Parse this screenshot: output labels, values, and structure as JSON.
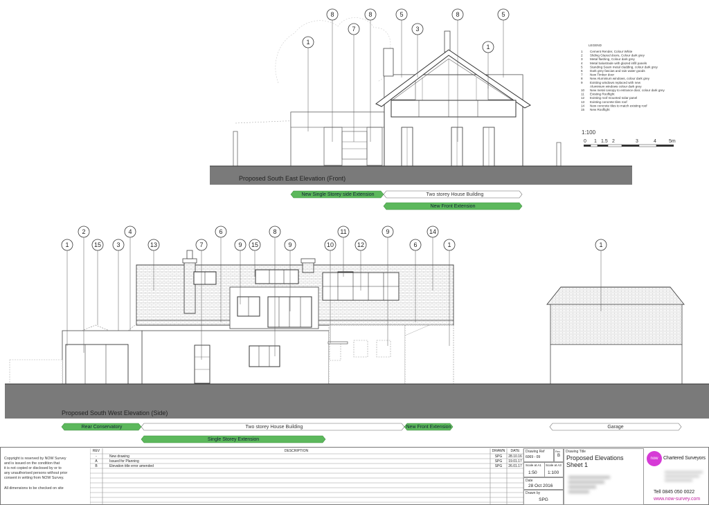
{
  "legend": {
    "title": "LEGEND",
    "items": [
      {
        "n": "1",
        "text": "Cement Render, Colour White"
      },
      {
        "n": "2",
        "text": "Sliding Glazed doors, Colour dark grey"
      },
      {
        "n": "3",
        "text": "Metal flashing, Colour dark grey"
      },
      {
        "n": "4",
        "text": "Metal balustrade with glazed infill panels"
      },
      {
        "n": "5",
        "text": "Standing Seam metal cladding, colour dark grey"
      },
      {
        "n": "6",
        "text": "Dark grey fascias and rain water goods"
      },
      {
        "n": "7",
        "text": "New Timber door"
      },
      {
        "n": "8",
        "text": "New Aluminium windows, colour dark grey"
      },
      {
        "n": "9",
        "text": "Existing windows replaced with new"
      },
      {
        "n": "",
        "text": "Aluminium windows colour dark grey"
      },
      {
        "n": "10",
        "text": "New metal canopy to entrance door, colour dark grey"
      },
      {
        "n": "11",
        "text": "Existing Rooflight"
      },
      {
        "n": "12",
        "text": "Existing roof mounted solar panel"
      },
      {
        "n": "13",
        "text": "Existing concrete tiles roof"
      },
      {
        "n": "14",
        "text": "New concrete tiles to match existing roof"
      },
      {
        "n": "15",
        "text": "New Rooflight"
      }
    ]
  },
  "scale": {
    "label": "1:100",
    "ticks": [
      "0",
      "1",
      "1.5",
      "2",
      "3",
      "4",
      "5m"
    ]
  },
  "front": {
    "title": "Proposed South East Elevation (Front)",
    "callouts": [
      "1",
      "8",
      "7",
      "8",
      "5",
      "3",
      "8",
      "1",
      "5"
    ],
    "bands": {
      "side_extension": "New Single Storey side Extension",
      "two_storey": "Two storey House Building",
      "front_extension": "New Front Extension"
    }
  },
  "side": {
    "title": "Proposed South West Elevation (Side)",
    "callouts": [
      "1",
      "2",
      "15",
      "3",
      "4",
      "13",
      "7",
      "6",
      "9",
      "15",
      "8",
      "9",
      "10",
      "11",
      "12",
      "9",
      "6",
      "14",
      "1",
      "1"
    ],
    "bands": {
      "conservatory": "Rear Conservatory",
      "two_storey": "Two storey House Building",
      "front_extension": "New Front Extension",
      "garage": "Garage",
      "single_storey": "Single Storey Extension"
    }
  },
  "colors": {
    "green_band": "#5cb85c",
    "ground": "#7a7a7a",
    "logo": "#d63ad6",
    "line": "#444444"
  },
  "titleblock": {
    "copyright": [
      "Copyright is reserved by NOW Survey",
      "and is issued on the condition that",
      "it is not copied or disclosed by or to",
      "any unauthorised persons without prior",
      "consent in writing from NOW Survey."
    ],
    "dimensions_note": "All dimensions to be checked on site",
    "headers": {
      "rev": "REV",
      "description": "DESCRIPTION",
      "drawn": "DRAWN",
      "date": "DATE"
    },
    "revisions": [
      {
        "rev": "-",
        "description": "New drawing",
        "drawn": "SPG",
        "date": "28.10.16"
      },
      {
        "rev": "A",
        "description": "Issued for Planning",
        "drawn": "SPG",
        "date": "19.01.17"
      },
      {
        "rev": "B",
        "description": "Elevation title error amended",
        "drawn": "SPG",
        "date": "26.01.17"
      }
    ],
    "drawing_ref_label": "Drawing Ref",
    "drawing_ref": "6069 - 09",
    "rev_label": "Rev",
    "rev_value": "B",
    "drawing_title_label": "Drawing Title",
    "drawing_title_1": "Proposed Elevations",
    "drawing_title_2": "Sheet 1",
    "scale_a1_label": "Scale at A1",
    "scale_a3_label": "Scale at A3",
    "scale_a1": "1:50",
    "scale_a3": "1:100",
    "date_label": "Date",
    "date_value": "28 Oct 2016",
    "drawn_by_label": "Drawn by",
    "drawn_by": "SPG",
    "logo_text": "now",
    "company": "Chartered Surveyors",
    "tel": "Tell 0845 050 0022",
    "web": "www.now-survey.com"
  }
}
